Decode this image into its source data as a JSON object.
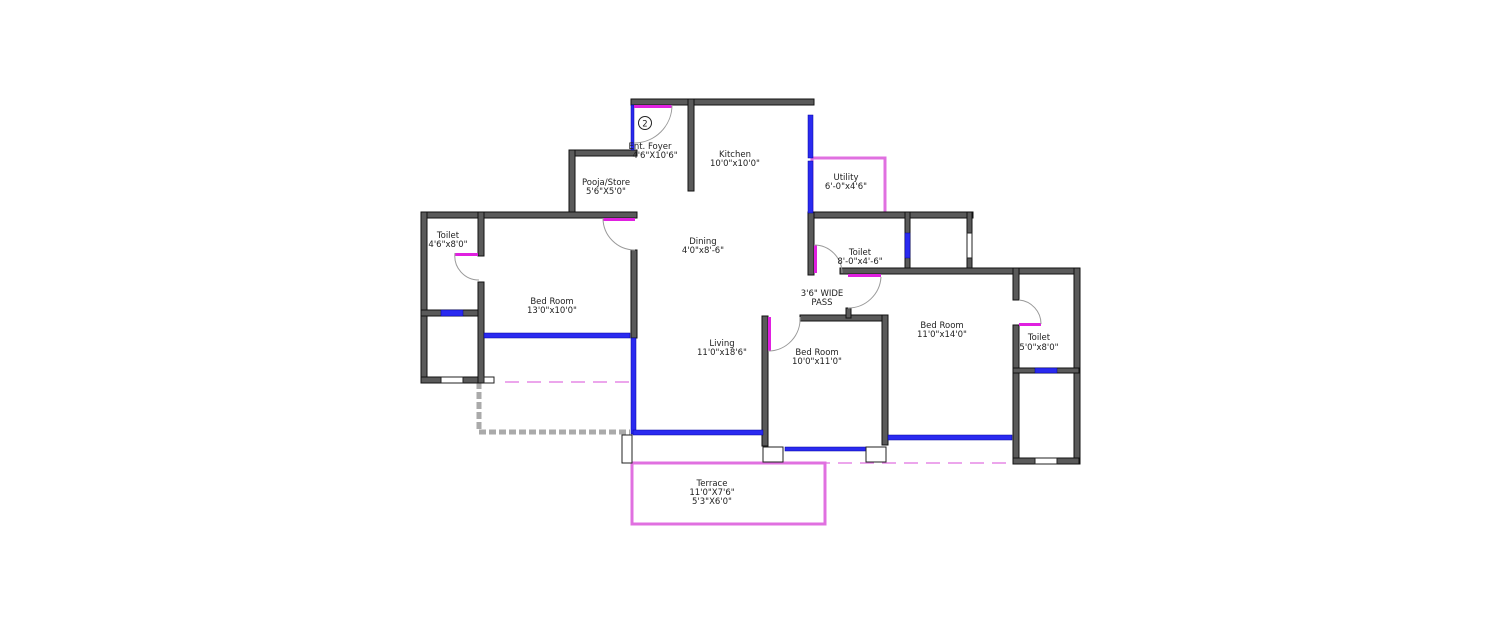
{
  "plan": {
    "badge": "2",
    "rooms": [
      {
        "name": "Ent. Foyer",
        "size": "4'6\"X10'6\""
      },
      {
        "name": "Kitchen",
        "size": "10'0\"x10'0\""
      },
      {
        "name": "Pooja/Store",
        "size": "5'6\"X5'0\""
      },
      {
        "name": "Utility",
        "size": "6'-0\"x4'6\""
      },
      {
        "name": "Dining",
        "size": "4'0\"x8'-6\""
      },
      {
        "name": "Toilet",
        "size": "4'6\"x8'0\""
      },
      {
        "name": "Bed Room",
        "size": "13'0\"x10'0\""
      },
      {
        "name": "Toilet",
        "size": "8'-0\"x4'-6\""
      },
      {
        "name": "3'6\" WIDE",
        "size": "PASS"
      },
      {
        "name": "Bed Room",
        "size": "11'0\"x14'0\""
      },
      {
        "name": "Toilet",
        "size": "5'0\"x8'0\""
      },
      {
        "name": "Living",
        "size": "11'0\"x18'6\""
      },
      {
        "name": "Bed Room",
        "size": "10'0\"x11'0\""
      },
      {
        "name": "Terrace",
        "size": "11'0\"X7'6\"",
        "size2": "5'3\"X6'0\""
      }
    ],
    "colors": {
      "wall": "#5a5a5a",
      "window": "#2a2af0",
      "door": "#e020e0",
      "terrace": "#e070e0"
    }
  }
}
